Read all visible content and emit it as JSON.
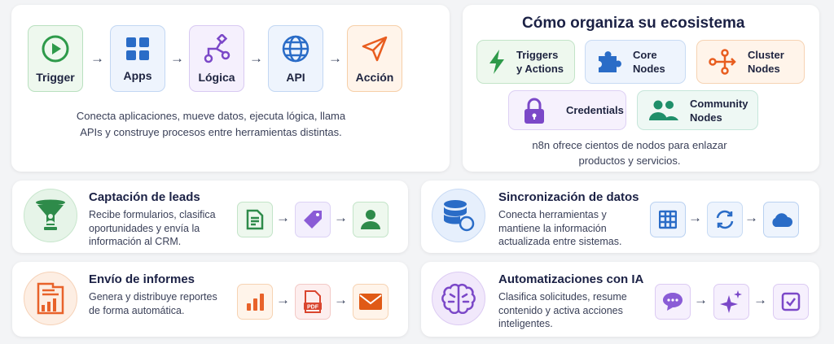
{
  "flow": {
    "steps": [
      {
        "label": "Trigger",
        "icon": "play-icon"
      },
      {
        "label": "Apps",
        "icon": "grid-icon"
      },
      {
        "label": "Lógica",
        "icon": "branch-icon"
      },
      {
        "label": "API",
        "icon": "globe-icon"
      },
      {
        "label": "Acción",
        "icon": "send-icon"
      }
    ],
    "caption_line1": "Conecta aplicaciones, mueve datos, ejecuta lógica, llama",
    "caption_line2": "APIs y construye procesos entre herramientas distintas."
  },
  "ecosystem": {
    "title": "Cómo organiza su ecosistema",
    "nodes": [
      {
        "l1": "Triggers",
        "l2": "y Actions",
        "icon": "lightning-icon"
      },
      {
        "l1": "Core",
        "l2": "Nodes",
        "icon": "puzzle-icon"
      },
      {
        "l1": "Cluster",
        "l2": "Nodes",
        "icon": "cluster-icon"
      },
      {
        "l1": "Credentials",
        "l2": "",
        "icon": "lock-icon"
      },
      {
        "l1": "Community",
        "l2": "Nodes",
        "icon": "users-icon"
      }
    ],
    "caption_line1": "n8n ofrece cientos de nodos para enlazar",
    "caption_line2": "productos y servicios."
  },
  "cases": [
    {
      "title": "Captación de leads",
      "desc": "Recibe formularios, clasifica oportunidades y envía la información al CRM.",
      "icons": [
        "form-icon",
        "tag-icon",
        "user-icon"
      ]
    },
    {
      "title": "Envío de informes",
      "desc": "Genera y distribuye reportes de forma automática.",
      "icons": [
        "bar-chart-icon",
        "pdf-icon",
        "mail-icon"
      ],
      "pdf_label": "PDF"
    },
    {
      "title": "Sincronización de datos",
      "desc": "Conecta herramientas y mantiene la información actualizada entre sistemas.",
      "icons": [
        "table-icon",
        "sync-icon",
        "cloud-icon"
      ]
    },
    {
      "title": "Automatizaciones con IA",
      "desc": "Clasifica solicitudes, resume contenido y activa acciones inteligentes.",
      "icons": [
        "chat-icon",
        "sparkle-icon",
        "checkbox-icon"
      ]
    }
  ],
  "colors": {
    "green": "#2e8b4a",
    "blue": "#2a6cc7",
    "purple": "#7b48c8",
    "orange": "#e85d1f",
    "teal": "#1f8f6a"
  }
}
